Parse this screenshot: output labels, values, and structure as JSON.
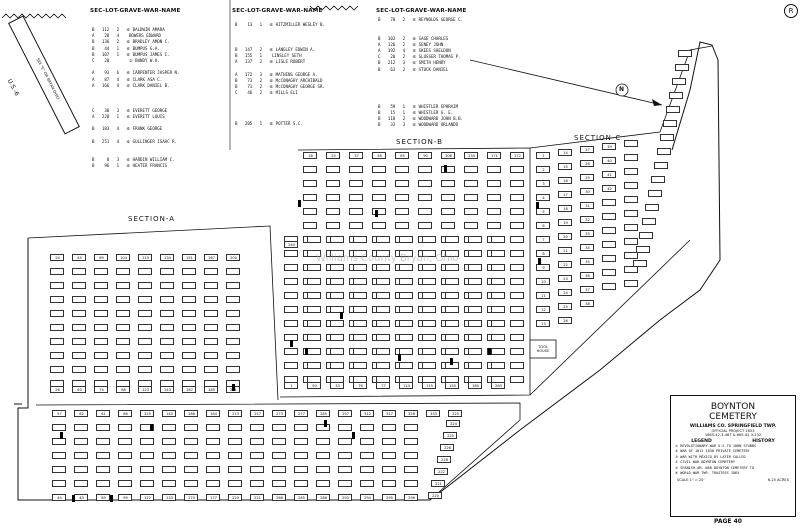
{
  "headers": {
    "col1": "SEC-LOT-GRAVE-WAR-NAME",
    "col2": "SEC-LOT-GRAVE-WAR-NAME",
    "col3": "SEC-LOT-GRAVE-WAR-NAME"
  },
  "roster": {
    "col1": "B   112   2   ⑥ BALDWIN AMARA\nA    28   4    BOWERS EDWARD\nB   136   2   ⑥ BRADLEY AMON C.\nB    44   1   ⑥ BUMPUS G.A.\nB   107   1   ⑥ BUMPUS JAMES I.\nC    20        ② BUNDY W.H.\n\nA    93   6   ⑥ CARPENTER JASPER N.\nA    87   4   ⑥ CLARK ASA C.\nA   166   4   ⑥ CLARK DANIEL B.\n\n\n\nC    30   3   ⑥ EVERETT GEORGE\nA   228   1   ⑥ EVERETT LOUIS\n\nB   183   4   ⑥ FRANK GEORGE\n\nB   251   4   ⑥ GULLINGER ISAAC R.\n\n\nB     8   3   ⑥ HARDIN WILLIAM C.\nB    96   1   ⑥ HEATER FRANCIS",
    "col2": "B    13   1   ⑥ HITZMILLER WESLEY B.\n\n\n\nB   147   2   ⑥ LANGLEY EDWIN A.\nB   155   1    LINSLEY SETH\nA   137   2   ⑥ LISLE ROBERT\n\nA   172   3   ⑥ MATHENS GEORGE A.\nB    73   2   ⑥ McCONAGHY ARCHIBALD\nB    71   2   ⑥ McCONAGHY GEORGE SR.\nC    46   2   ⑥ MILLS ELI\n\n\n\n\nB   205   1   ⑥ POTTER S.C.",
    "col3": "B    70   2   ⑥ REYNOLDS GEORGE C.\n\n\nB   103   2   ⑥ SAGE CHARLES\nA   126   2   ⑥ SENEY JOHN\nA   192   4   ⑥ SKEES SHELDON\nC    20   2   ⑥ SLUSSER THOMAS P.\nB   212   3   ⑥ SMITH HENRY\nB    63   2   ⑥ STUCK DANIEL\n\n\n\n\n\nB    59   1   ⑥ WHISTLER EPHRAIM\nB    15   1   ⑥ WHISTLER G. E.\nB   118   2   ⑥ WOODWARD JOHN B.B.\nB    33   3   ⑥ WOODWARD ORLANDO"
  },
  "road": {
    "route": "U.S.-6",
    "name": "SEE \"E\" OR BRYAN OHIO"
  },
  "compass": {
    "north": "N"
  },
  "corner_mark": "R",
  "sections": {
    "a": "SECTION-A",
    "b": "SECTION-B",
    "c": "SECTION-C"
  },
  "watermark": "Williams County Bryan, Ohio",
  "tool_house": "TOOL HOUSE",
  "section_b_top": [
    "18",
    "25",
    "37",
    "58",
    "65",
    "90",
    "108",
    "134",
    "171",
    "172"
  ],
  "section_b_side": [
    "240"
  ],
  "section_b_bottom": [
    "1",
    "50",
    "33",
    "76",
    "77",
    "114",
    "115",
    "150",
    "180",
    "263",
    "264",
    "272",
    "264",
    "214",
    "215",
    "248",
    "247",
    "248"
  ],
  "section_a_top": [
    "24",
    "45",
    "69",
    "104",
    "119",
    "134",
    "151",
    "167",
    "200"
  ],
  "section_a_bottom": [
    "26",
    "63",
    "74",
    "88",
    "123",
    "143",
    "167",
    "185",
    "211"
  ],
  "section_a_lower_top": [
    "57",
    "62",
    "61",
    "86",
    "125",
    "140",
    "166",
    "184",
    "213",
    "257",
    "273",
    "277",
    "285",
    "297",
    "312",
    "317",
    "328",
    "333",
    "225"
  ],
  "section_a_lower_bottom": [
    "44",
    "43",
    "89",
    "99",
    "122",
    "133",
    "170",
    "177",
    "220",
    "221",
    "266",
    "265",
    "286",
    "293",
    "294",
    "295",
    "296"
  ],
  "section_c": [
    "1",
    "2",
    "3",
    "4",
    "5",
    "6",
    "7",
    "8",
    "9",
    "10",
    "11",
    "12",
    "13",
    "14",
    "15",
    "16",
    "17",
    "18",
    "19",
    "20",
    "21",
    "22",
    "23",
    "24",
    "25",
    "26",
    "27",
    "28",
    "29",
    "30",
    "31",
    "32",
    "33",
    "34",
    "35",
    "36",
    "37",
    "38",
    "39",
    "40",
    "41",
    "42"
  ],
  "lower_right_lots": [
    "224",
    "225",
    "226",
    "228",
    "222",
    "221",
    "220"
  ],
  "legend": {
    "title1": "BOYNTON",
    "title2": "CEMETERY",
    "subtitle": "WILLIAMS CO. SPRINGFIELD TWP.",
    "project_line1": "OFFICIAL PROJECT  1653",
    "project_line2": "1665-42-3-487  &  665-42-3-232",
    "legend_label": "LEGEND",
    "history_label": "HISTORY",
    "items": [
      "① REVOLUTIONARY WAR   U.S.TO JOHN STUBBS",
      "② WAR OF 1812         1838 PRIVATE CEMETERY",
      "③ WAR WITH MEXICO     BY LATER CALLED",
      "④ CIVIL WAR           BOYNTON CEMETERY",
      "⑤ SPANISH-AM. WAR     BOYNTON CEMETERY TO",
      "⑥ WORLD WAR           TWP. TRUSTEES 1865"
    ],
    "scale": "SCALE 1\" = 20'",
    "acres": "6.25 ACRES"
  },
  "page_label": "PAGE  40"
}
